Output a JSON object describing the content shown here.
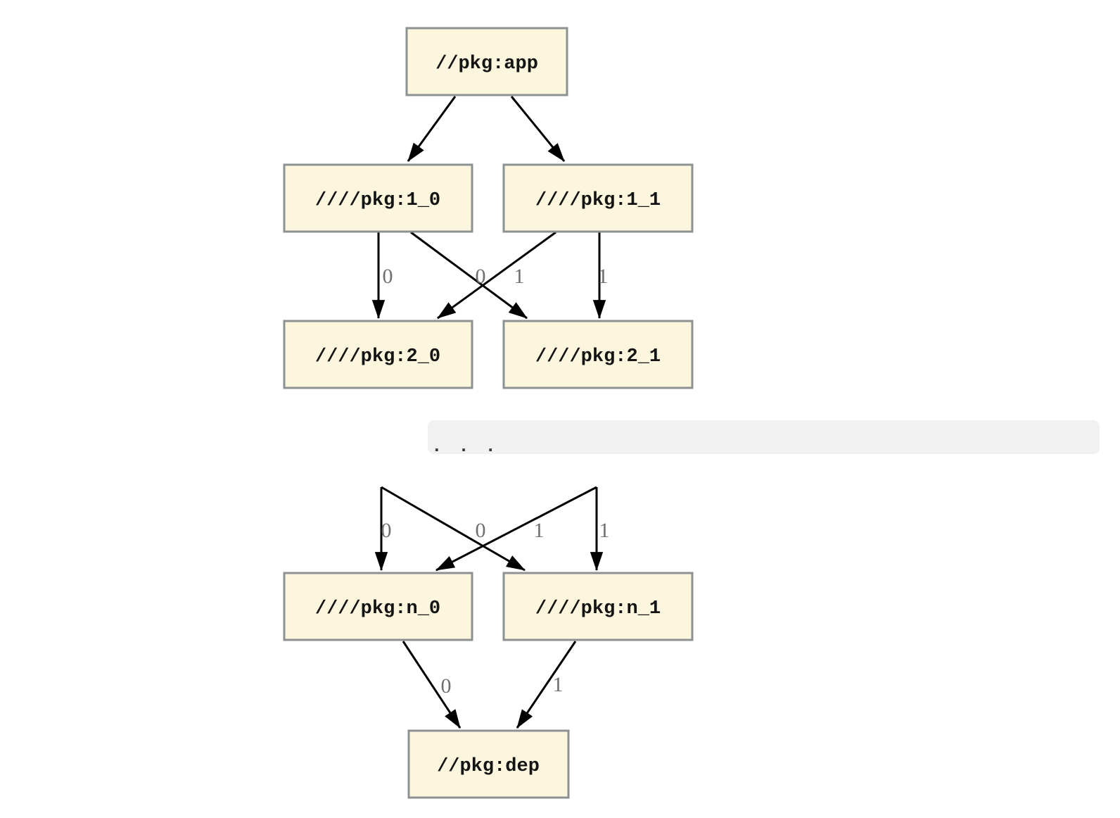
{
  "diagram": {
    "kind": "package-dependency-graph",
    "ellipsis": ". . .",
    "colors": {
      "node_fill": "#fdf6de",
      "node_border": "#8c9191",
      "edge": "#000000",
      "edge_label": "#6f6f6f",
      "ellipsis_band": "#f1f1f1",
      "node_text": "#141414"
    },
    "nodes": [
      {
        "id": "app",
        "label": "//pkg:app"
      },
      {
        "id": "1_0",
        "label": "////pkg:1_0"
      },
      {
        "id": "1_1",
        "label": "////pkg:1_1"
      },
      {
        "id": "2_0",
        "label": "////pkg:2_0"
      },
      {
        "id": "2_1",
        "label": "////pkg:2_1"
      },
      {
        "id": "n_0",
        "label": "////pkg:n_0"
      },
      {
        "id": "n_1",
        "label": "////pkg:n_1"
      },
      {
        "id": "dep",
        "label": "//pkg:dep"
      }
    ],
    "edges": [
      {
        "from": "//pkg:app",
        "to": "////pkg:1_0",
        "label": ""
      },
      {
        "from": "//pkg:app",
        "to": "////pkg:1_1",
        "label": ""
      },
      {
        "from": "////pkg:1_0",
        "to": "////pkg:2_0",
        "label": "0"
      },
      {
        "from": "////pkg:1_1",
        "to": "////pkg:2_0",
        "label": "0"
      },
      {
        "from": "////pkg:1_0",
        "to": "////pkg:2_1",
        "label": "1"
      },
      {
        "from": "////pkg:1_1",
        "to": "////pkg:2_1",
        "label": "1"
      },
      {
        "from": "...",
        "to": "////pkg:n_0",
        "label": "0"
      },
      {
        "from": "...",
        "to": "////pkg:n_0",
        "label": "0"
      },
      {
        "from": "...",
        "to": "////pkg:n_1",
        "label": "1"
      },
      {
        "from": "...",
        "to": "////pkg:n_1",
        "label": "1"
      },
      {
        "from": "////pkg:n_0",
        "to": "//pkg:dep",
        "label": "0"
      },
      {
        "from": "////pkg:n_1",
        "to": "//pkg:dep",
        "label": "1"
      }
    ]
  }
}
